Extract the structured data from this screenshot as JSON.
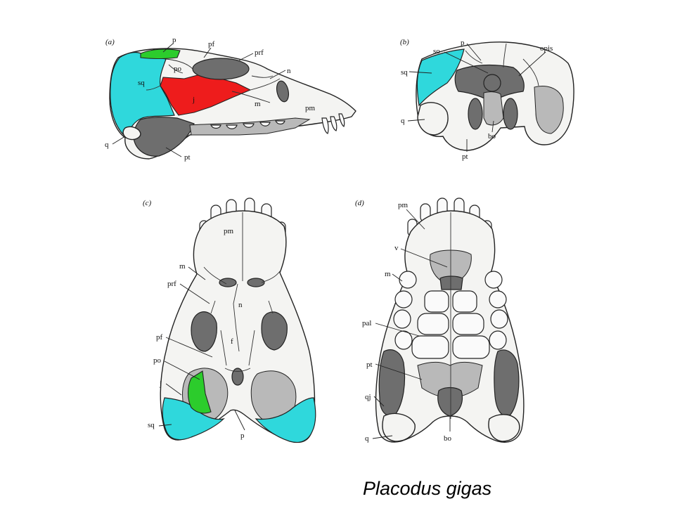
{
  "caption": "Placodus gigas",
  "colors": {
    "squamosal": "#2fd8dc",
    "parietal_and_postorbital": "#2ccc2c",
    "jugal": "#ee1c1c"
  },
  "panels": {
    "a": {
      "tag": "(a)",
      "labels": {
        "p": "p",
        "pf": "pf",
        "prf": "prf",
        "po": "po",
        "sq": "sq",
        "n": "n",
        "j": "j",
        "m": "m",
        "pm": "pm",
        "q": "q",
        "pt": "pt"
      }
    },
    "b": {
      "tag": "(b)",
      "labels": {
        "p": "p",
        "so": "so",
        "opis": "opis",
        "sq": "sq",
        "q": "q",
        "bo": "bo",
        "pt": "pt"
      }
    },
    "c": {
      "tag": "(c)",
      "labels": {
        "pm": "pm",
        "m": "m",
        "prf": "prf",
        "n": "n",
        "pf": "pf",
        "f": "f",
        "po": "po",
        "j": "j",
        "sq": "sq",
        "p": "p"
      }
    },
    "d": {
      "tag": "(d)",
      "labels": {
        "pm": "pm",
        "v": "v",
        "m": "m",
        "pal": "pal",
        "pt": "pt",
        "qj": "qj",
        "q": "q",
        "bo": "bo"
      }
    }
  }
}
